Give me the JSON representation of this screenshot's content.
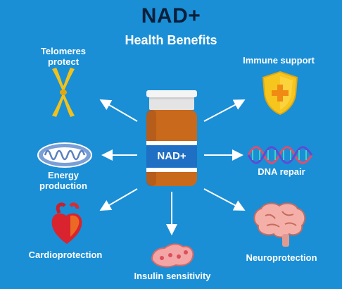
{
  "header": {
    "title": "NAD+",
    "subtitle": "Health Benefits"
  },
  "center": {
    "bottle_label": "NAD+"
  },
  "benefits": [
    {
      "label": "Telomeres\nprotect",
      "icon": "chromosome-icon"
    },
    {
      "label": "Immune support",
      "icon": "shield-icon"
    },
    {
      "label": "Energy\nproduction",
      "icon": "mitochondria-icon"
    },
    {
      "label": "DNA repair",
      "icon": "dna-icon"
    },
    {
      "label": "Cardioprotection",
      "icon": "heart-icon"
    },
    {
      "label": "Neuroprotection",
      "icon": "brain-icon"
    },
    {
      "label": "Insulin sensitivity",
      "icon": "pancreas-icon"
    }
  ],
  "colors": {
    "background": "#1a8fd6",
    "title": "#0b1f3a",
    "text": "#ffffff",
    "bottle": "#c9691c",
    "label_band": "#1f6fc4"
  }
}
